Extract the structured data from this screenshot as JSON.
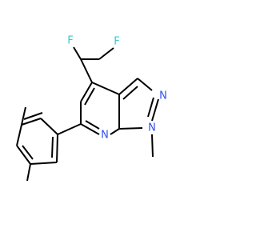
{
  "molecule": {
    "atoms": {
      "F_left": {
        "label": "F",
        "color": "#33CCCC"
      },
      "F_right": {
        "label": "F",
        "color": "#33CCCC"
      },
      "N_ring_top": {
        "label": "N",
        "color": "#3050F8"
      },
      "N_ring_bottom": {
        "label": "N",
        "color": "#3050F8"
      },
      "N_pyridine": {
        "label": "N",
        "color": "#3050F8"
      }
    },
    "bond_color": "#000000"
  }
}
